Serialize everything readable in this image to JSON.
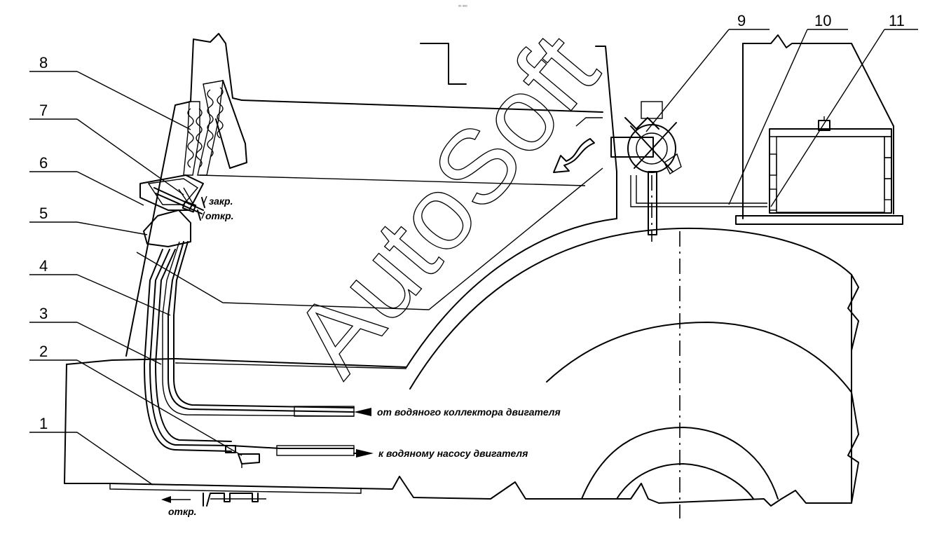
{
  "diagram": {
    "callouts": [
      "1",
      "2",
      "3",
      "4",
      "5",
      "6",
      "7",
      "8",
      "9",
      "10",
      "11"
    ],
    "notes": {
      "closed": "закр.",
      "open_top": "откр.",
      "open_bottom": "откр.",
      "from_collector": "от водяного коллектора двигателя",
      "to_pump": "к водяному насосу двигателя"
    },
    "watermark": "AutoSoft",
    "top_mark": "ᵃˢ ᵃᵃᵃ"
  }
}
